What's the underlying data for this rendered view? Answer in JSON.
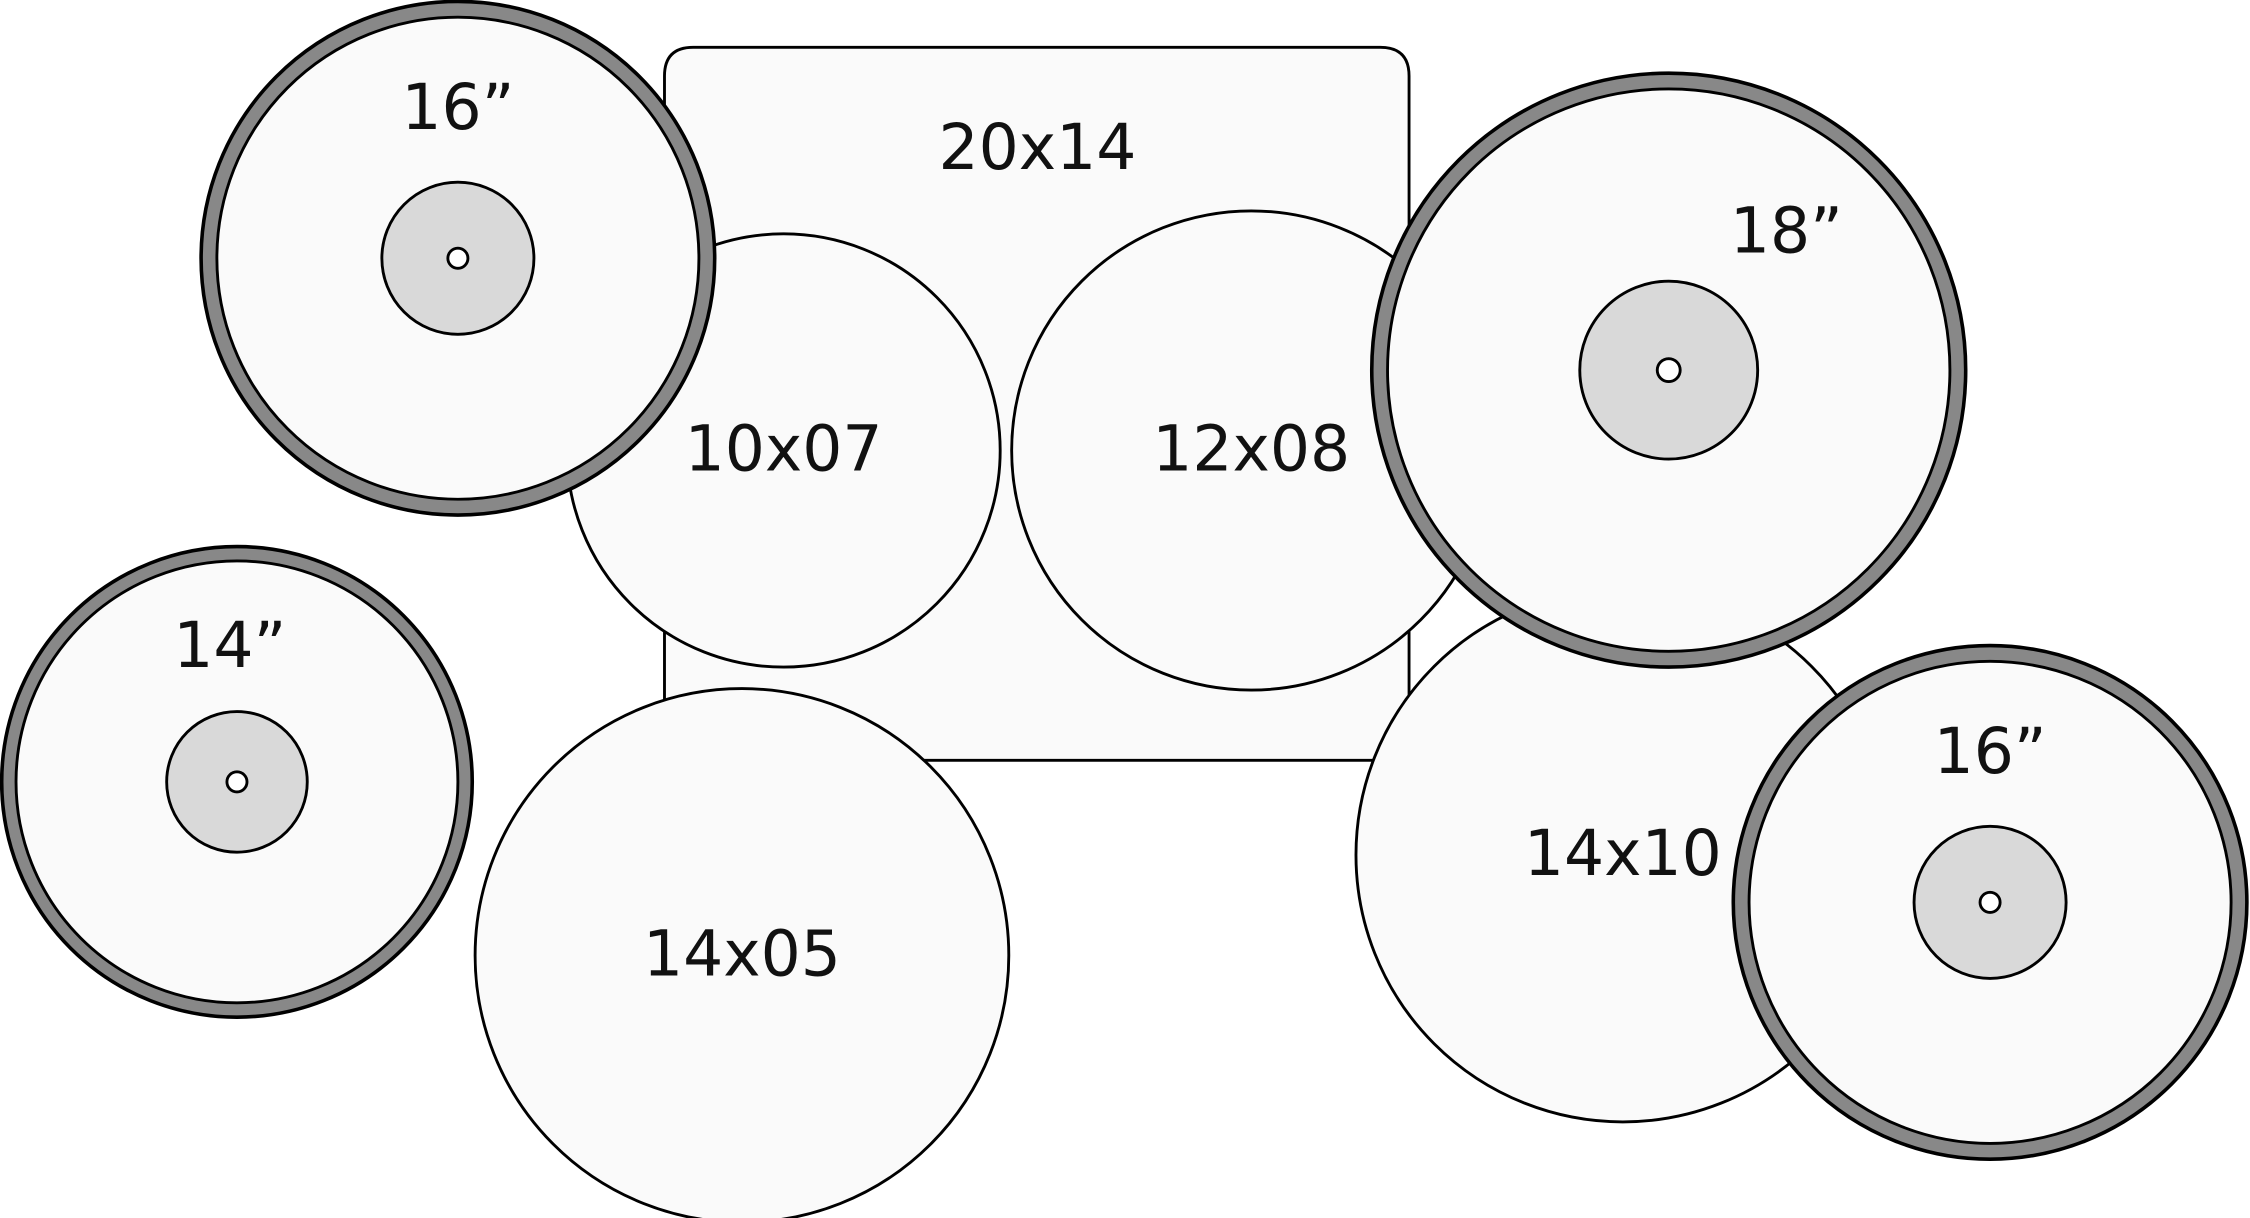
{
  "drums": {
    "bass": {
      "label": "20x14"
    },
    "tom1": {
      "label": "10x07"
    },
    "tom2": {
      "label": "12x08"
    },
    "snare": {
      "label": "14x05"
    },
    "floor": {
      "label": "14x10"
    }
  },
  "cymbals": {
    "crash_left": {
      "label": "16”"
    },
    "hihat": {
      "label": "14”"
    },
    "ride": {
      "label": "18”"
    },
    "crash_right": {
      "label": "16”"
    }
  },
  "colors": {
    "shell": "#fafafa",
    "ring": "#888888",
    "bell": "#d9d9d9"
  }
}
